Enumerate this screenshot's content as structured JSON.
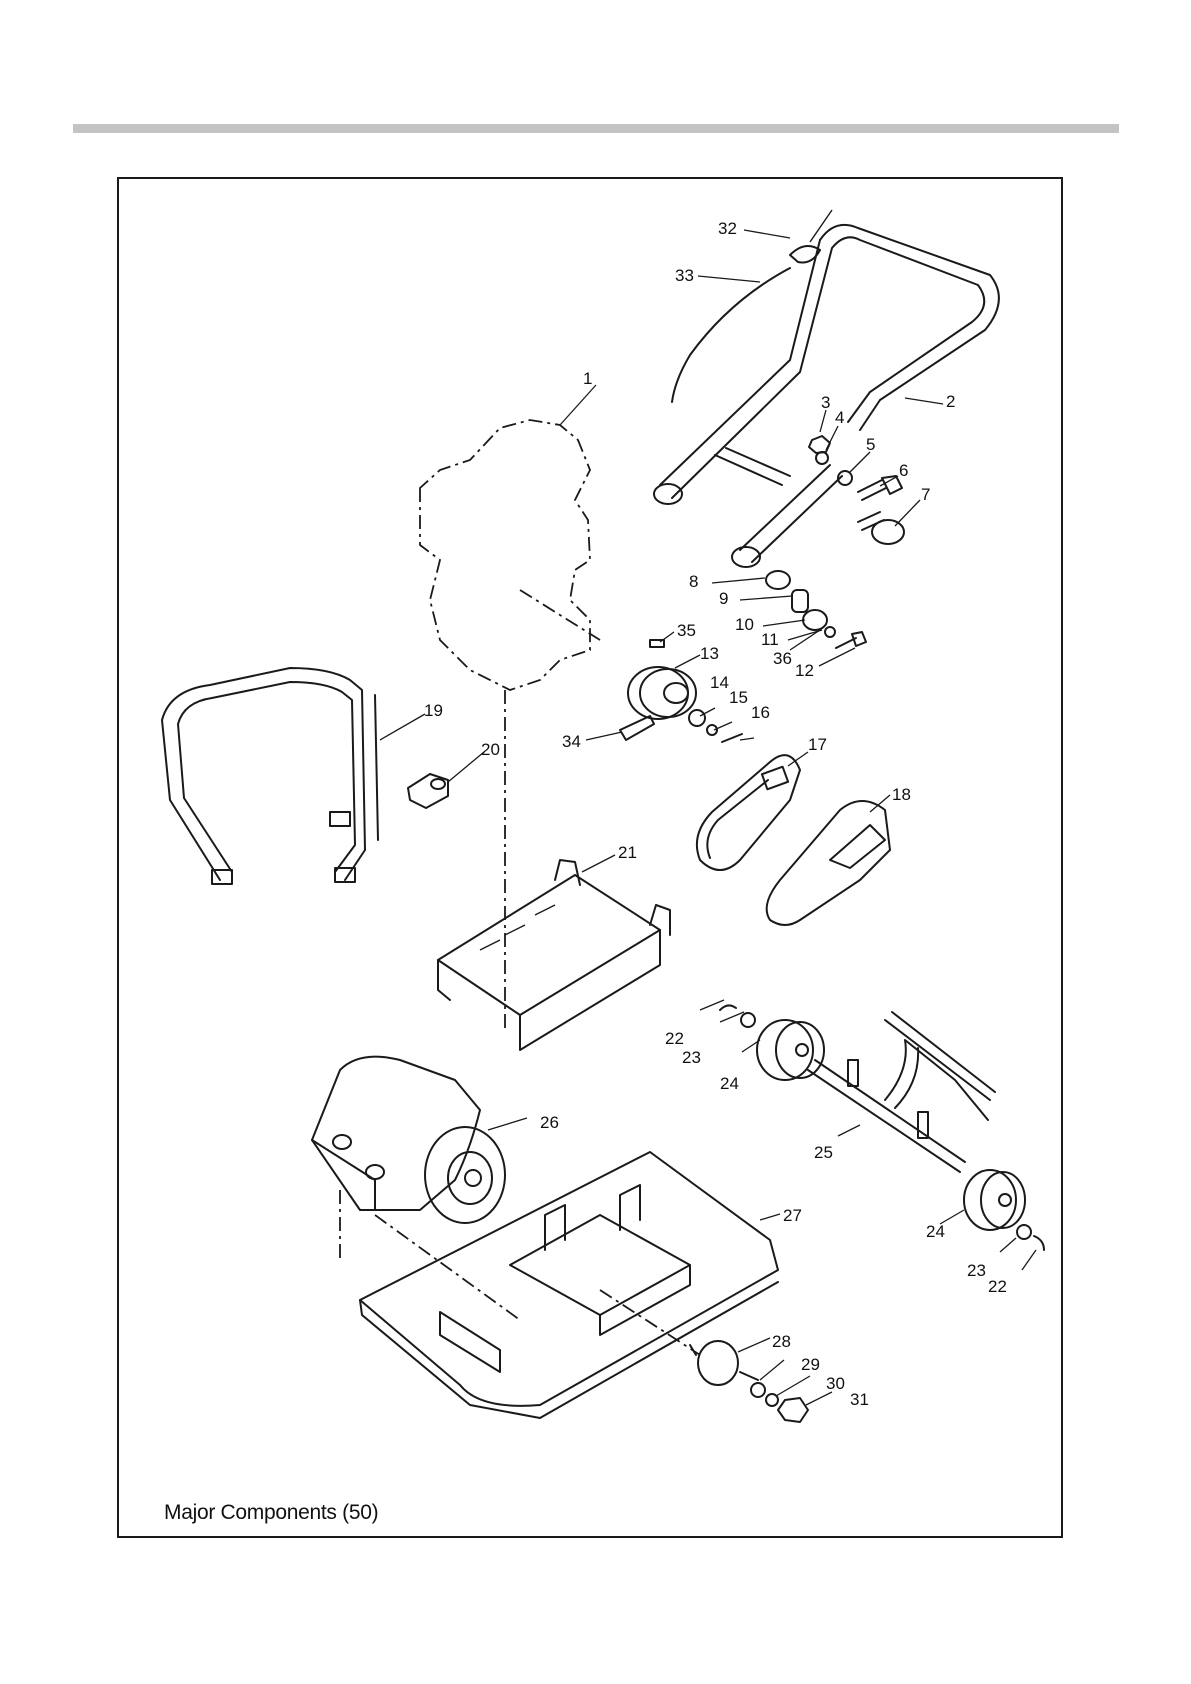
{
  "page": {
    "caption": "Major Components (50)"
  },
  "callouts": [
    {
      "text": "1"
    },
    {
      "text": "2"
    },
    {
      "text": "3"
    },
    {
      "text": "4"
    },
    {
      "text": "5"
    },
    {
      "text": "6"
    },
    {
      "text": "7"
    },
    {
      "text": "8"
    },
    {
      "text": "9"
    },
    {
      "text": "10"
    },
    {
      "text": "11"
    },
    {
      "text": "12"
    },
    {
      "text": "13"
    },
    {
      "text": "14"
    },
    {
      "text": "15"
    },
    {
      "text": "16"
    },
    {
      "text": "17"
    },
    {
      "text": "18"
    },
    {
      "text": "19"
    },
    {
      "text": "20"
    },
    {
      "text": "21"
    },
    {
      "text": "22"
    },
    {
      "text": "23"
    },
    {
      "text": "24"
    },
    {
      "text": "25"
    },
    {
      "text": "24"
    },
    {
      "text": "23"
    },
    {
      "text": "22"
    },
    {
      "text": "26"
    },
    {
      "text": "27"
    },
    {
      "text": "28"
    },
    {
      "text": "29"
    },
    {
      "text": "30"
    },
    {
      "text": "31"
    },
    {
      "text": "32"
    },
    {
      "text": "33"
    },
    {
      "text": "34"
    },
    {
      "text": "35"
    },
    {
      "text": "36"
    }
  ]
}
